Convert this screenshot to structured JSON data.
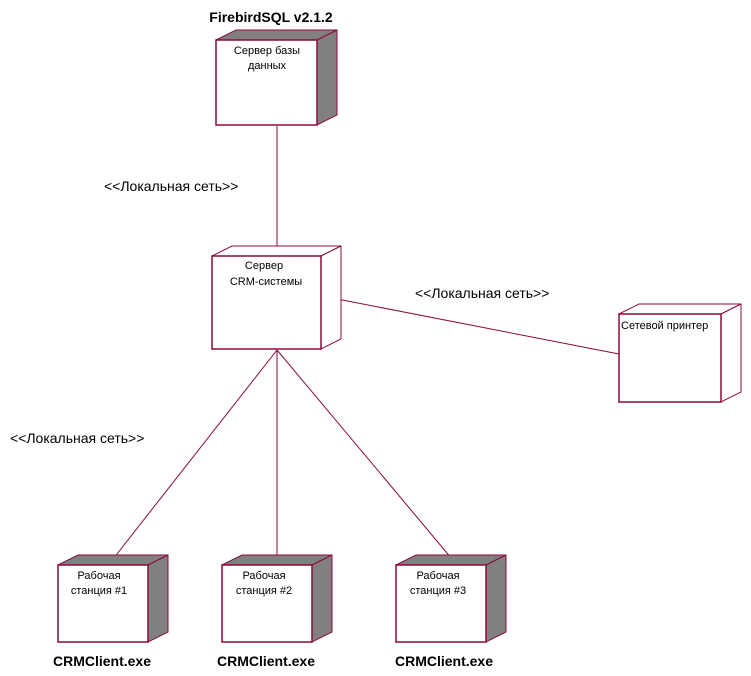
{
  "colors": {
    "line": "#8b0a3f",
    "shade": "#808080",
    "face": "#ffffff"
  },
  "nodes": [
    {
      "id": "db",
      "lines": [
        "Сервер базы",
        "данных"
      ],
      "top_label": "FirebirdSQL v2.1.2",
      "bottom_label": "",
      "shaded": true
    },
    {
      "id": "crm",
      "lines": [
        "Сервер",
        "CRM-системы"
      ],
      "top_label": "",
      "bottom_label": "",
      "shaded": false
    },
    {
      "id": "printer",
      "lines": [
        "Сетевой принтер"
      ],
      "top_label": "",
      "bottom_label": "",
      "shaded": false
    },
    {
      "id": "ws1",
      "lines": [
        "Рабочая",
        "станция #1"
      ],
      "top_label": "",
      "bottom_label": "CRMClient.exe",
      "shaded": true
    },
    {
      "id": "ws2",
      "lines": [
        "Рабочая",
        "станция #2"
      ],
      "top_label": "",
      "bottom_label": "CRMClient.exe",
      "shaded": true
    },
    {
      "id": "ws3",
      "lines": [
        "Рабочая",
        "станция #3"
      ],
      "top_label": "",
      "bottom_label": "CRMClient.exe",
      "shaded": true
    }
  ],
  "connections": [
    {
      "from": "db",
      "to": "crm",
      "stereotype": "<<Локальная сеть>>"
    },
    {
      "from": "crm",
      "to": "printer",
      "stereotype": "<<Локальная сеть>>"
    },
    {
      "from": "crm",
      "to": "ws1",
      "stereotype": "<<Локальная сеть>>"
    },
    {
      "from": "crm",
      "to": "ws2",
      "stereotype": ""
    },
    {
      "from": "crm",
      "to": "ws3",
      "stereotype": ""
    }
  ]
}
